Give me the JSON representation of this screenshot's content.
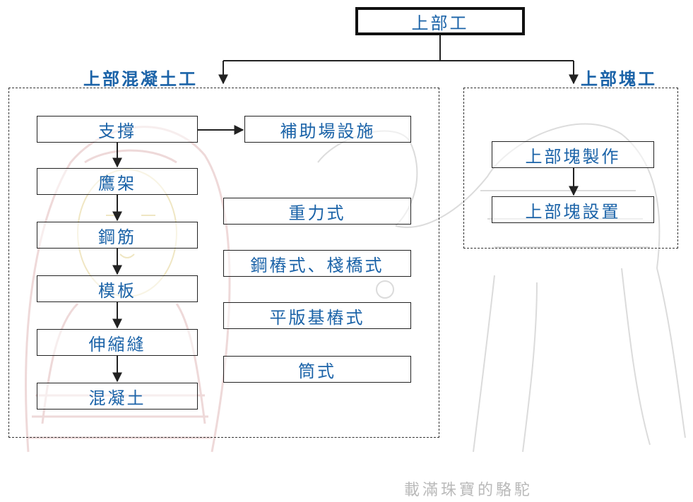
{
  "root": "上部工",
  "branches": {
    "concrete": {
      "title": "上部混凝土工",
      "steps": [
        "支撐",
        "鷹架",
        "鋼筋",
        "模板",
        "伸縮縫",
        "混凝土"
      ],
      "aux": "補助場設施",
      "types": [
        "重力式",
        "鋼樁式、棧橋式",
        "平版基樁式",
        "筒式"
      ]
    },
    "block": {
      "title": "上部塊工",
      "steps": [
        "上部塊製作",
        "上部塊設置"
      ]
    }
  },
  "watermark": "載滿珠寶的駱駝",
  "colors": {
    "text": "#1b63a8",
    "line": "#222222",
    "root_border": "#111111"
  }
}
